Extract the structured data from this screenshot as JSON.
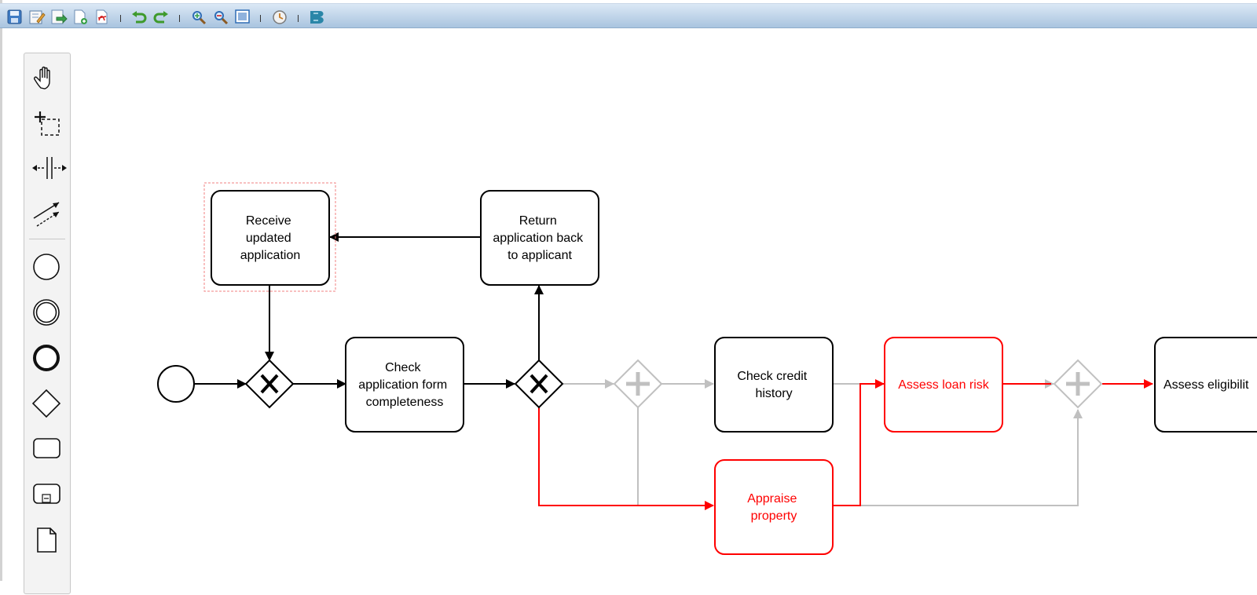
{
  "toolbar": {
    "buttons": [
      {
        "name": "save-icon",
        "group": 1
      },
      {
        "name": "edit-icon",
        "group": 1
      },
      {
        "name": "export-icon",
        "group": 1
      },
      {
        "name": "new-document-icon",
        "group": 1
      },
      {
        "name": "pdf-icon",
        "group": 1
      },
      {
        "name": "undo-icon",
        "group": 2
      },
      {
        "name": "redo-icon",
        "group": 2
      },
      {
        "name": "zoom-in-icon",
        "group": 3
      },
      {
        "name": "zoom-out-icon",
        "group": 3
      },
      {
        "name": "fit-window-icon",
        "group": 3
      },
      {
        "name": "simulation-icon",
        "group": 4
      },
      {
        "name": "bpmn-logo-icon",
        "group": 5
      }
    ]
  },
  "palette": {
    "tools": [
      "hand-tool-icon",
      "lasso-tool-icon",
      "space-tool-icon",
      "connect-tool-icon"
    ],
    "shapes": [
      "start-event-icon",
      "intermediate-event-icon",
      "end-event-icon",
      "gateway-icon",
      "task-icon",
      "subprocess-icon",
      "data-object-icon"
    ]
  },
  "colors": {
    "normal": "#000000",
    "highlight": "#ff0000",
    "faded": "#c0c0c0",
    "selection": "#f08080"
  },
  "diagram": {
    "tasks": [
      {
        "id": "t1",
        "name": "receive-updated-application-task",
        "lines": [
          "Receive",
          "updated",
          "application"
        ],
        "state": "normal"
      },
      {
        "id": "t2",
        "name": "return-application-task",
        "lines": [
          "Return",
          "application back",
          "to applicant"
        ],
        "state": "normal"
      },
      {
        "id": "t3",
        "name": "check-completeness-task",
        "lines": [
          "Check",
          "application form",
          "completeness"
        ],
        "state": "normal"
      },
      {
        "id": "t4",
        "name": "check-credit-history-task",
        "lines": [
          "Check credit",
          "history"
        ],
        "state": "normal"
      },
      {
        "id": "t5",
        "name": "assess-loan-risk-task",
        "lines": [
          "Assess loan risk"
        ],
        "state": "highlight"
      },
      {
        "id": "t6",
        "name": "appraise-property-task",
        "lines": [
          "Appraise",
          "property"
        ],
        "state": "highlight"
      },
      {
        "id": "t7",
        "name": "assess-eligibility-task",
        "lines": [
          "Assess eligibilit"
        ],
        "state": "normal"
      }
    ],
    "gateways": [
      {
        "id": "g1",
        "name": "exclusive-gateway-merge",
        "type": "exclusive",
        "state": "normal"
      },
      {
        "id": "g2",
        "name": "exclusive-gateway-split",
        "type": "exclusive",
        "state": "normal"
      },
      {
        "id": "g3",
        "name": "parallel-gateway-split",
        "type": "parallel",
        "state": "faded"
      },
      {
        "id": "g4",
        "name": "parallel-gateway-join",
        "type": "parallel",
        "state": "faded"
      }
    ],
    "events": [
      {
        "id": "e1",
        "name": "start-event",
        "type": "start"
      }
    ]
  }
}
